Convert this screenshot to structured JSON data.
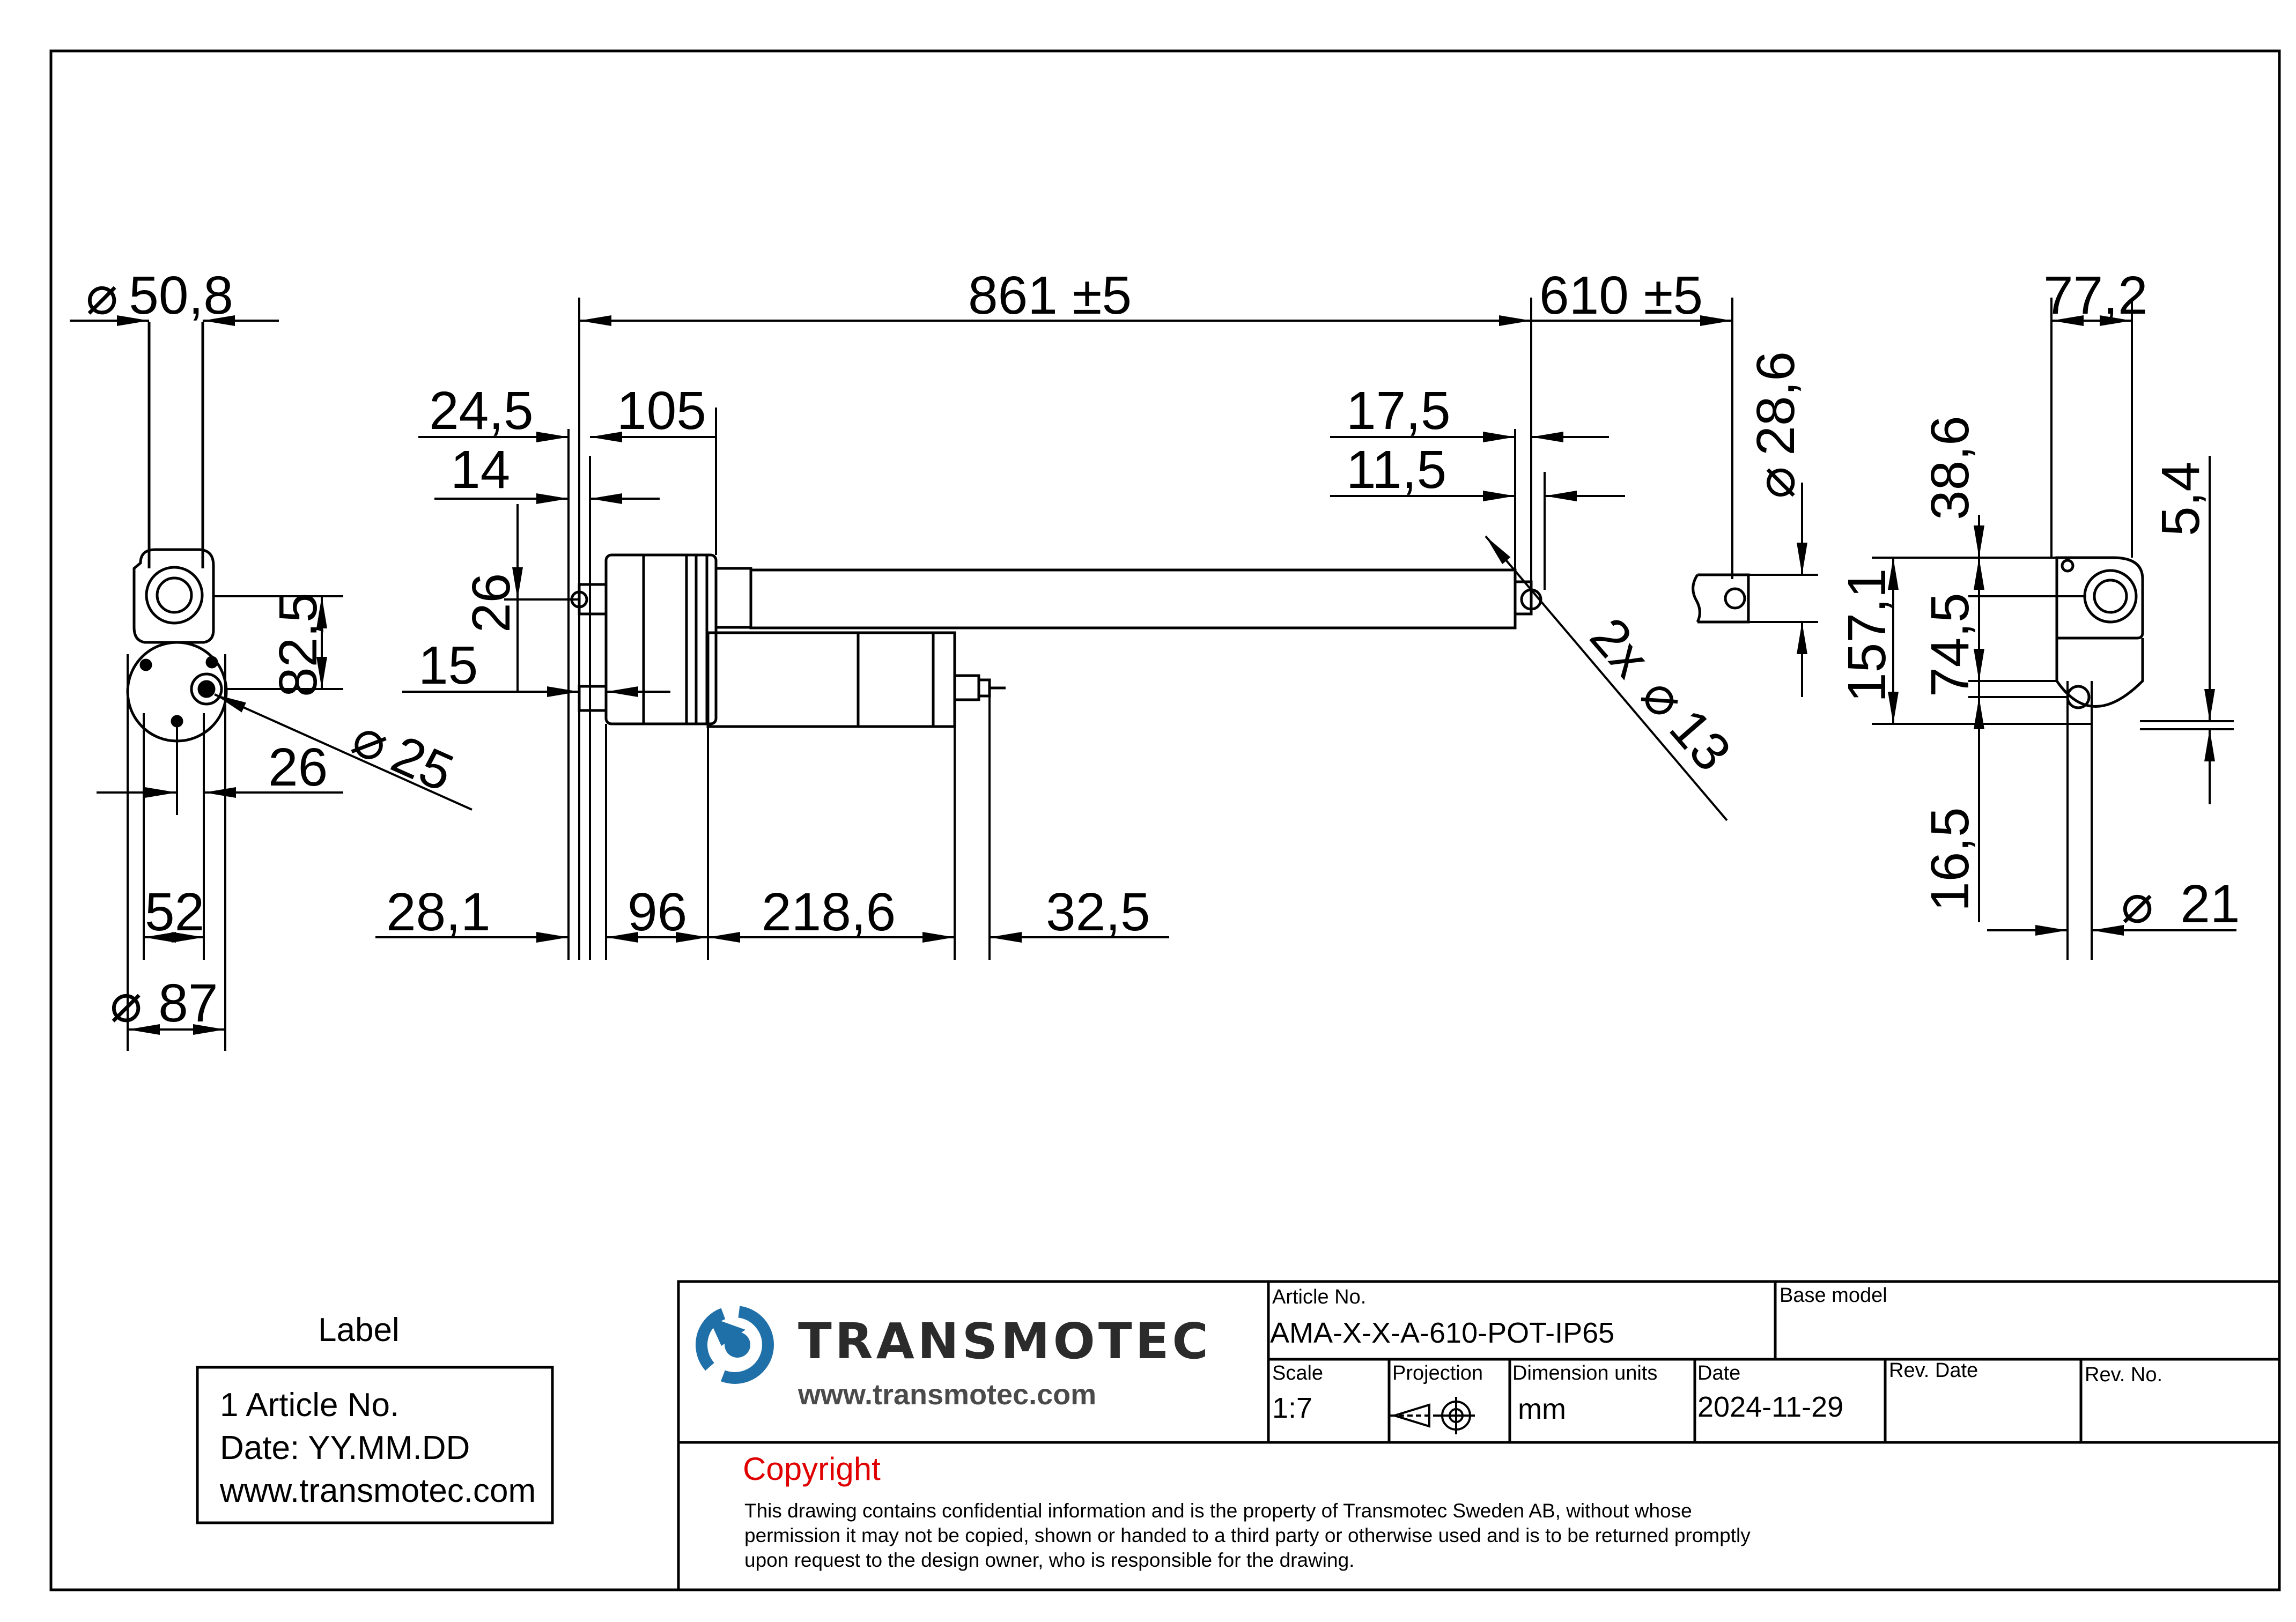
{
  "dimensions": {
    "d_50_8": "50,8",
    "d_861": "861 ±5",
    "d_610": "610 ±5",
    "d_28_6": "28,6",
    "d_77_2": "77,2",
    "d_24_5": "24,5",
    "d_105": "105",
    "d_17_5": "17,5",
    "d_14": "14",
    "d_11_5": "11,5",
    "d_26_v": "26",
    "d_82_5": "82,5",
    "d_15": "15",
    "d_26_h": "26",
    "d_25": "25",
    "d_2x13": "2x",
    "d_13": "13",
    "d_38_6": "38,6",
    "d_5_4": "5,4",
    "d_157_1": "157,1",
    "d_74_5": "74,5",
    "d_16_5": "16,5",
    "d_21": "21",
    "d_52": "52",
    "d_87": "87",
    "d_28_1": "28,1",
    "d_96": "96",
    "d_218_6": "218,6",
    "d_32_5": "32,5",
    "diameter_symbol": "⌀"
  },
  "label_box": {
    "title": "Label",
    "line1": "1 Article No.",
    "line2": "Date: YY.MM.DD",
    "line3": "www.transmotec.com"
  },
  "title_block": {
    "brand": "TRANSMOTEC",
    "url": "www.transmotec.com",
    "article_label": "Article No.",
    "article_value": "AMA-X-X-A-610-POT-IP65",
    "base_model_label": "Base model",
    "base_model_value": "",
    "scale_label": "Scale",
    "scale_value": "1:7",
    "projection_label": "Projection",
    "units_label": "Dimension units",
    "units_value": "mm",
    "date_label": "Date",
    "date_value": "2024-11-29",
    "rev_date_label": "Rev. Date",
    "rev_no_label": "Rev. No.",
    "copyright_title": "Copyright",
    "copyright_text": "This drawing contains confidential information and is the property of Transmotec Sweden AB, without whose permission it may not be copied, shown or handed to a third party or otherwise used and is to be returned promptly upon request to the design owner, who is responsible for the drawing."
  },
  "colors": {
    "brand_blue": "#1f6fa8",
    "copyright_red": "#e00000",
    "line": "#000000"
  }
}
